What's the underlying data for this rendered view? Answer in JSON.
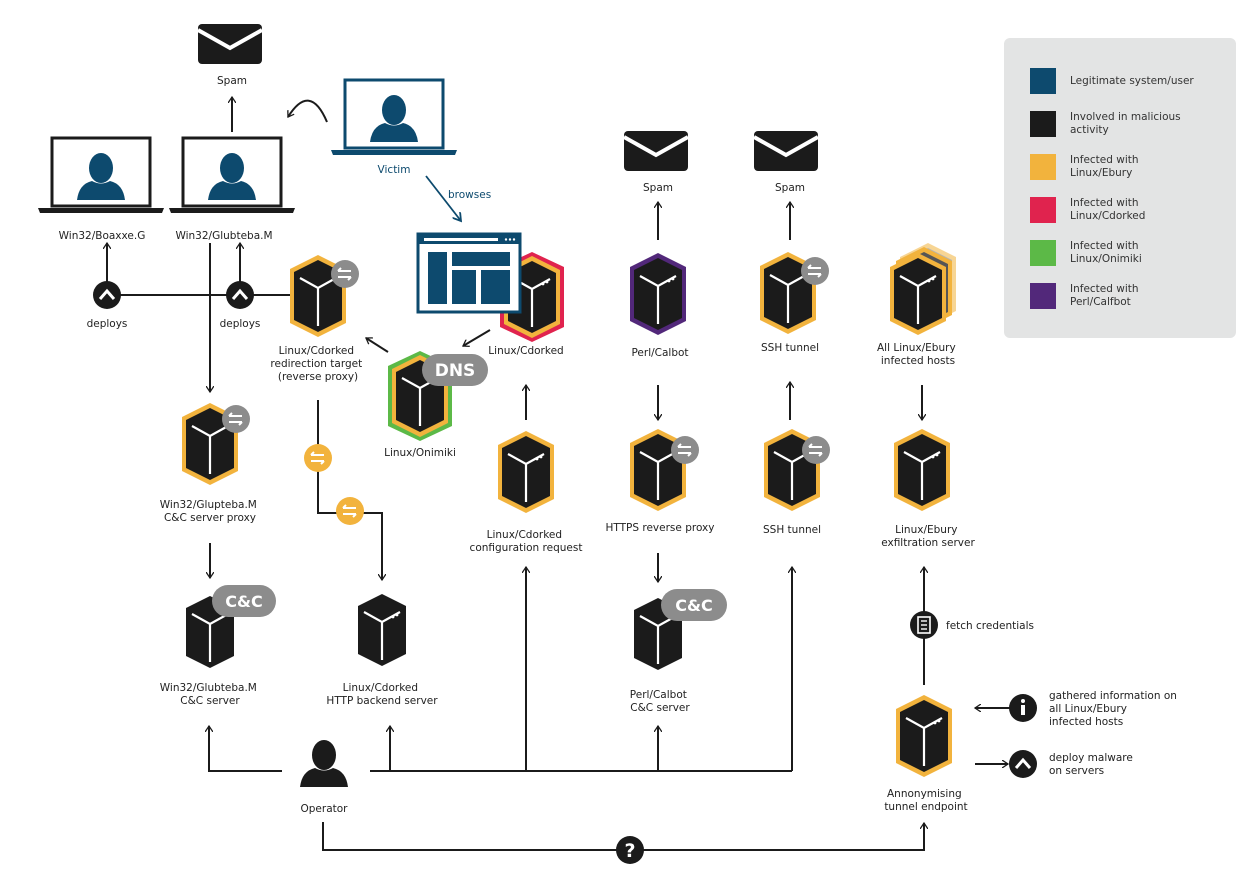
{
  "legend": {
    "items": [
      {
        "label": "Legitimate system/user",
        "color": "#0d4a6e"
      },
      {
        "label": "Involved in malicious\nactivity",
        "color": "#1b1b1b"
      },
      {
        "label": "Infected with\nLinux/Ebury",
        "color": "#f2b33d"
      },
      {
        "label": "Infected with\nLinux/Cdorked",
        "color": "#e0234e"
      },
      {
        "label": "Infected with\nLinux/Onimiki",
        "color": "#5cb947"
      },
      {
        "label": "Infected with\nPerl/Calfbot",
        "color": "#52287a"
      }
    ]
  },
  "colors": {
    "legit": "#0d4a6e",
    "malicious": "#1b1b1b",
    "ebury": "#f2b33d",
    "cdorked": "#e0234e",
    "onimiki": "#5cb947",
    "calfbot": "#52287a",
    "badge_gray": "#8c8c8c"
  },
  "nodes": {
    "spam_1": "Spam",
    "spam_2": "Spam",
    "spam_3": "Spam",
    "victim": "Victim",
    "boaxxe": "Win32/Boaxxe.G",
    "glubteba_client": "Win32/Glubteba.M",
    "deploys_1": "deploys",
    "deploys_2": "deploys",
    "browses": "browses",
    "cdorked_redirect": [
      "Linux/Cdorked",
      "redirection target",
      "(reverse proxy)"
    ],
    "cdorked": "Linux/Cdorked",
    "onimiki": "Linux/Onimiki",
    "dns_badge": "DNS",
    "perl_calbot": "Perl/Calbot",
    "ssh_tunnel_top": "SSH tunnel",
    "all_ebury": [
      "All Linux/Ebury",
      "infected hosts"
    ],
    "glupteba_proxy": [
      "Win32/Glupteba.M",
      "C&C server proxy"
    ],
    "cdorked_config": [
      "Linux/Cdorked",
      "configuration request"
    ],
    "https_proxy": "HTTPS reverse proxy",
    "ssh_tunnel_mid": "SSH tunnel",
    "ebury_exfil": [
      "Linux/Ebury",
      "exfiltration server"
    ],
    "glubteba_cc": [
      "Win32/Glubteba.M",
      "C&C server"
    ],
    "cc_badge_1": "C&C",
    "cdorked_backend": [
      "Linux/Cdorked",
      "HTTP backend server"
    ],
    "calbot_cc": [
      "Perl/Calbot",
      "C&C server"
    ],
    "cc_badge_2": "C&C",
    "fetch_credentials": "fetch credentials",
    "gathered_info": [
      "gathered information on",
      "all Linux/Ebury",
      "infected hosts"
    ],
    "deploy_malware": [
      "deploy malware",
      "on servers"
    ],
    "anon_endpoint": [
      "Annonymising",
      "tunnel endpoint"
    ],
    "operator": "Operator",
    "question_mark": "?"
  }
}
